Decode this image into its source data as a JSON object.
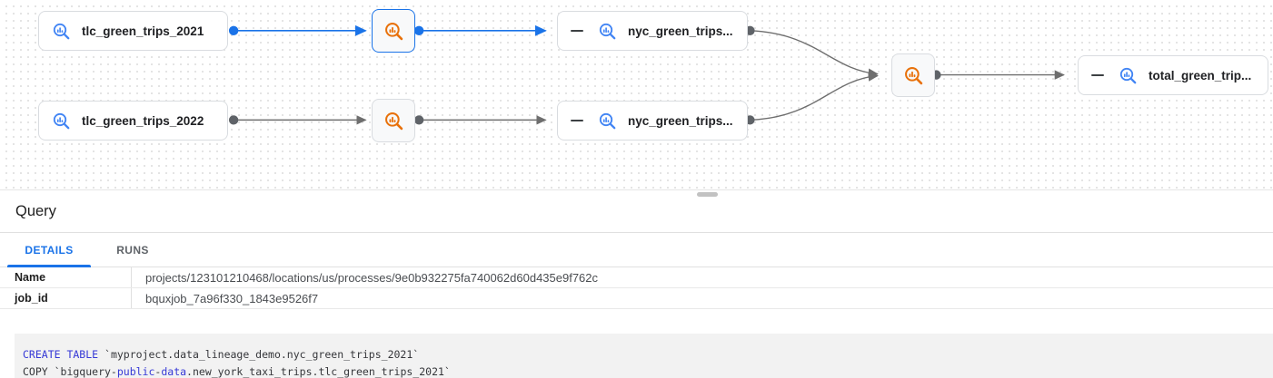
{
  "graph": {
    "nodes": [
      {
        "id": "src-2021",
        "label": "tlc_green_trips_2021",
        "type": "table"
      },
      {
        "id": "proc-2021",
        "label": "",
        "type": "process",
        "selected": true
      },
      {
        "id": "nyc-2021",
        "label": "nyc_green_trips...",
        "type": "table",
        "collapsible": true
      },
      {
        "id": "src-2022",
        "label": "tlc_green_trips_2022",
        "type": "table"
      },
      {
        "id": "proc-2022",
        "label": "",
        "type": "process",
        "selected": false
      },
      {
        "id": "nyc-2022",
        "label": "nyc_green_trips...",
        "type": "table",
        "collapsible": true
      },
      {
        "id": "proc-total",
        "label": "",
        "type": "process",
        "selected": false
      },
      {
        "id": "total",
        "label": "total_green_trip...",
        "type": "table",
        "collapsible": true
      }
    ],
    "edges": [
      {
        "from": "src-2021",
        "to": "proc-2021",
        "selected": true
      },
      {
        "from": "proc-2021",
        "to": "nyc-2021",
        "selected": true
      },
      {
        "from": "nyc-2021",
        "to": "proc-total",
        "selected": false
      },
      {
        "from": "src-2022",
        "to": "proc-2022",
        "selected": false
      },
      {
        "from": "proc-2022",
        "to": "nyc-2022",
        "selected": false
      },
      {
        "from": "nyc-2022",
        "to": "proc-total",
        "selected": false
      },
      {
        "from": "proc-total",
        "to": "total",
        "selected": false
      }
    ]
  },
  "panel": {
    "title": "Query",
    "tabs": [
      {
        "label": "DETAILS",
        "active": true
      },
      {
        "label": "RUNS",
        "active": false
      }
    ],
    "details": {
      "rows": [
        {
          "label": "Name",
          "value": "projects/123101210468/locations/us/processes/9e0b932275fa740062d60d435e9f762c"
        },
        {
          "label": "job_id",
          "value": "bquxjob_7a96f330_1843e9526f7"
        }
      ]
    },
    "code": {
      "line1": {
        "keyword": "CREATE TABLE",
        "rest": " `myproject.data_lineage_demo.nyc_green_trips_2021`"
      },
      "line2": {
        "start": "COPY `bigquery-",
        "kw1": "public",
        "dash1": "-",
        "kw2": "data",
        "rest": ".new_york_taxi_trips.tlc_green_trips_2021`"
      }
    }
  },
  "colors": {
    "accent_blue": "#1a73e8",
    "table_icon_blue": "#4285f4",
    "process_icon_orange": "#e8710a",
    "edge_gray": "#6e6e6e",
    "keyword_blue": "#3538d6",
    "code_background": "#f2f2f2"
  }
}
